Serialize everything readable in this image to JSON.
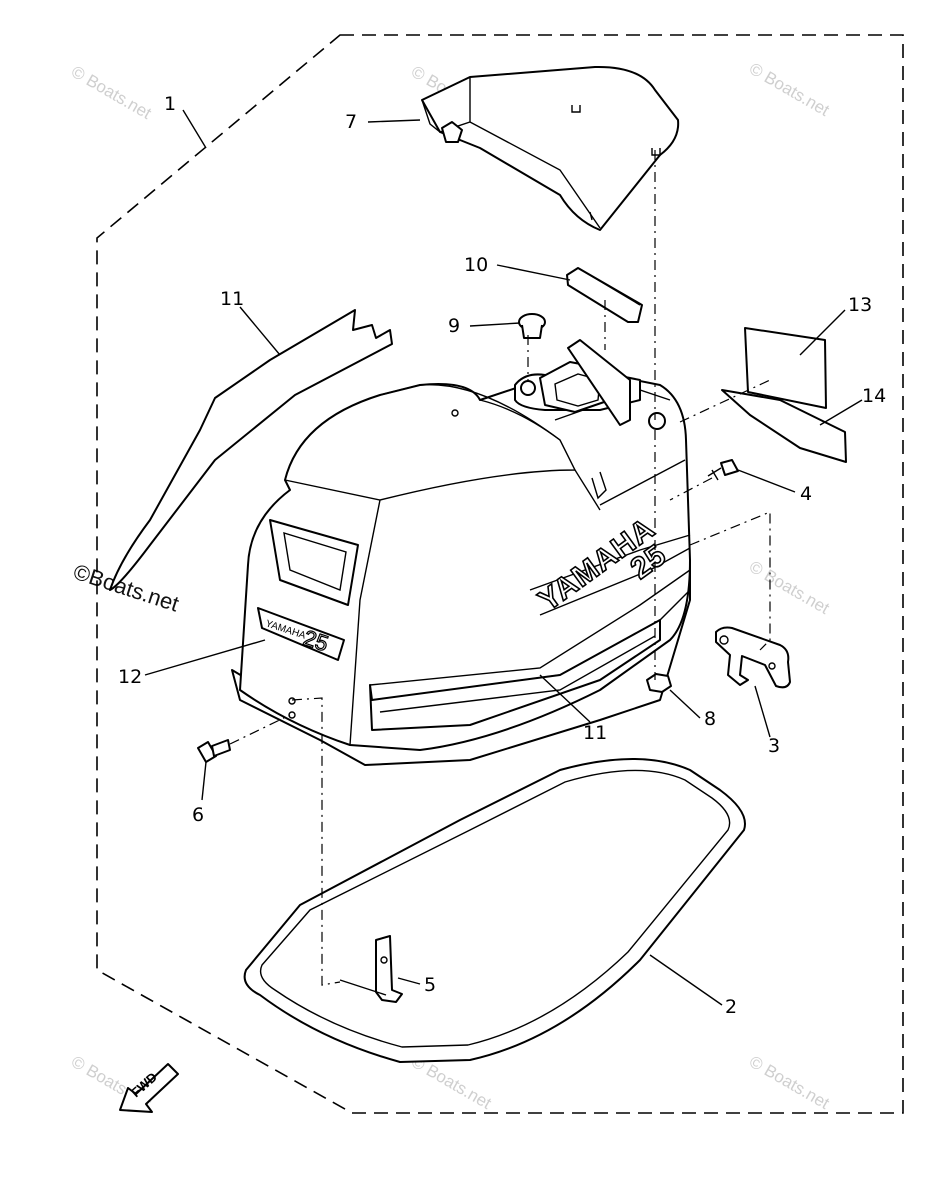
{
  "callouts": {
    "c1": "1",
    "c2": "2",
    "c3": "3",
    "c4": "4",
    "c5": "5",
    "c6": "6",
    "c7": "7",
    "c8": "8",
    "c9": "9",
    "c10": "10",
    "c11a": "11",
    "c11b": "11",
    "c12": "12",
    "c13": "13",
    "c14": "14"
  },
  "watermark": {
    "text": "© Boats.net",
    "prominent": "©Boats.net"
  },
  "branding": {
    "side_logo": "YAMAHA",
    "side_number": "25",
    "badge_logo": "YAMAHA",
    "badge_number": "25"
  },
  "direction_marker": "FWD",
  "colors": {
    "line": "#000000",
    "background": "#ffffff",
    "watermark": "#cfcfcf"
  }
}
